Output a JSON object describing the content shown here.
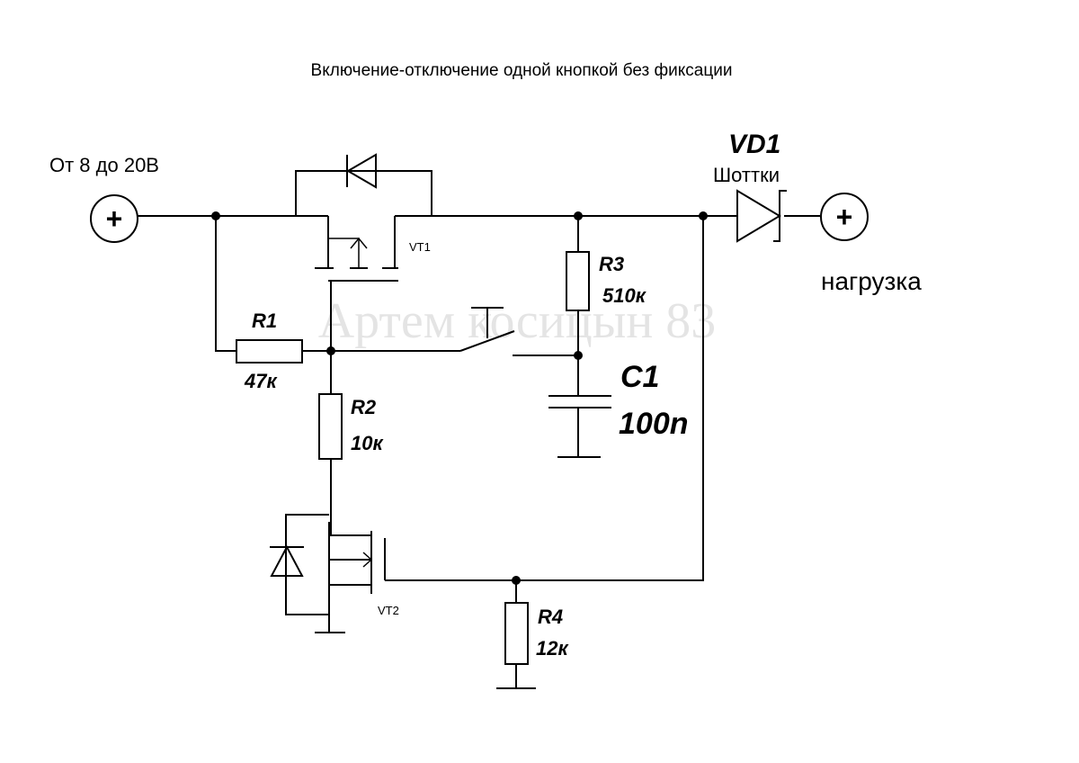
{
  "title": "Включение-отключение одной кнопкой без фиксации",
  "input": {
    "label": "От 8 до 20В",
    "terminal_symbol": "+"
  },
  "output": {
    "label": "нагрузка",
    "terminal_symbol": "+"
  },
  "vd1": {
    "name": "VD1",
    "type": "Шоттки"
  },
  "vt1": {
    "name": "VT1"
  },
  "vt2": {
    "name": "VT2"
  },
  "r1": {
    "name": "R1",
    "value": "47к"
  },
  "r2": {
    "name": "R2",
    "value": "10к"
  },
  "r3": {
    "name": "R3",
    "value": "510к"
  },
  "r4": {
    "name": "R4",
    "value": "12к"
  },
  "c1": {
    "name": "C1",
    "value": "100n"
  },
  "watermark": "Артем косицын 83"
}
